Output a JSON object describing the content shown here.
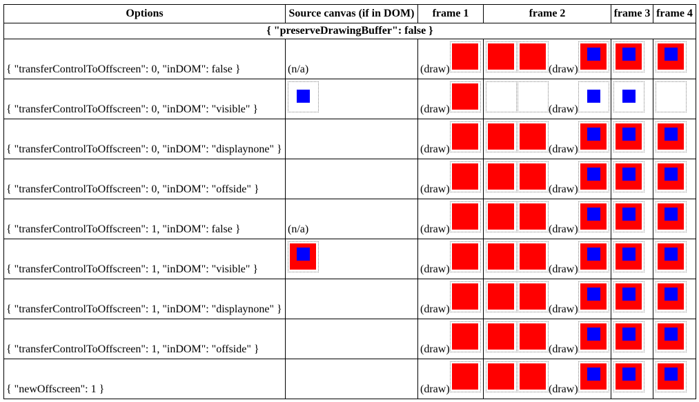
{
  "table": {
    "columns": [
      "Options",
      "Source canvas (if in DOM)",
      "frame 1",
      "frame 2",
      "frame 3",
      "frame 4"
    ],
    "section_header": "{ \"preserveDrawingBuffer\": false }",
    "draw_label": "(draw)",
    "na_label": "(n/a)",
    "colors": {
      "red_square": "#ff0000",
      "blue_square": "#0000ff",
      "canvas_border": "#848484",
      "table_border": "#000000"
    },
    "canvas_legend": {
      "red": "red square on white canvas",
      "redblue": "red square with centered blue square",
      "blue": "blue square on white canvas",
      "empty": "empty white canvas with dotted border"
    },
    "rows": [
      {
        "options": "{ \"transferControlToOffscreen\": 0, \"inDOM\": false }",
        "source": "na",
        "frame1": [
          "draw",
          "red"
        ],
        "frame2": [
          "red",
          "red",
          "draw",
          "redblue"
        ],
        "frame3": [
          "redblue"
        ],
        "frame4": [
          "redblue"
        ]
      },
      {
        "options": "{ \"transferControlToOffscreen\": 0, \"inDOM\": \"visible\" }",
        "source": "blue",
        "frame1": [
          "draw",
          "red"
        ],
        "frame2": [
          "empty",
          "empty",
          "draw",
          "blue"
        ],
        "frame3": [
          "blue"
        ],
        "frame4": [
          "empty"
        ]
      },
      {
        "options": "{ \"transferControlToOffscreen\": 0, \"inDOM\": \"displaynone\" }",
        "source": "none",
        "frame1": [
          "draw",
          "red"
        ],
        "frame2": [
          "red",
          "red",
          "draw",
          "redblue"
        ],
        "frame3": [
          "redblue"
        ],
        "frame4": [
          "redblue"
        ]
      },
      {
        "options": "{ \"transferControlToOffscreen\": 0, \"inDOM\": \"offside\" }",
        "source": "none",
        "frame1": [
          "draw",
          "red"
        ],
        "frame2": [
          "red",
          "red",
          "draw",
          "redblue"
        ],
        "frame3": [
          "redblue"
        ],
        "frame4": [
          "redblue"
        ]
      },
      {
        "options": "{ \"transferControlToOffscreen\": 1, \"inDOM\": false }",
        "source": "na",
        "frame1": [
          "draw",
          "red"
        ],
        "frame2": [
          "red",
          "red",
          "draw",
          "redblue"
        ],
        "frame3": [
          "redblue"
        ],
        "frame4": [
          "redblue"
        ]
      },
      {
        "options": "{ \"transferControlToOffscreen\": 1, \"inDOM\": \"visible\" }",
        "source": "redblue",
        "frame1": [
          "draw",
          "red"
        ],
        "frame2": [
          "red",
          "red",
          "draw",
          "redblue"
        ],
        "frame3": [
          "redblue"
        ],
        "frame4": [
          "redblue"
        ]
      },
      {
        "options": "{ \"transferControlToOffscreen\": 1, \"inDOM\": \"displaynone\" }",
        "source": "none",
        "frame1": [
          "draw",
          "red"
        ],
        "frame2": [
          "red",
          "red",
          "draw",
          "redblue"
        ],
        "frame3": [
          "redblue"
        ],
        "frame4": [
          "redblue"
        ]
      },
      {
        "options": "{ \"transferControlToOffscreen\": 1, \"inDOM\": \"offside\" }",
        "source": "none",
        "frame1": [
          "draw",
          "red"
        ],
        "frame2": [
          "red",
          "red",
          "draw",
          "redblue"
        ],
        "frame3": [
          "redblue"
        ],
        "frame4": [
          "redblue"
        ]
      },
      {
        "options": "{ \"newOffscreen\": 1 }",
        "source": "none",
        "frame1": [
          "draw",
          "red"
        ],
        "frame2": [
          "red",
          "red",
          "draw",
          "redblue"
        ],
        "frame3": [
          "redblue"
        ],
        "frame4": [
          "redblue"
        ]
      }
    ]
  }
}
